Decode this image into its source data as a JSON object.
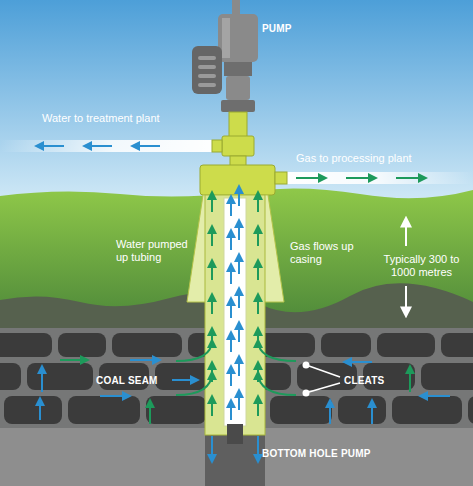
{
  "diagram": {
    "labels": [
      "PUMP",
      "Water to treatment plant",
      "Gas to processing plant",
      "Typically 300 to 1000 metres",
      "Water pumped up tubing",
      "Gas flows up casing",
      "COAL SEAM",
      "CLEATS",
      "BOTTOM HOLE PUMP"
    ]
  }
}
